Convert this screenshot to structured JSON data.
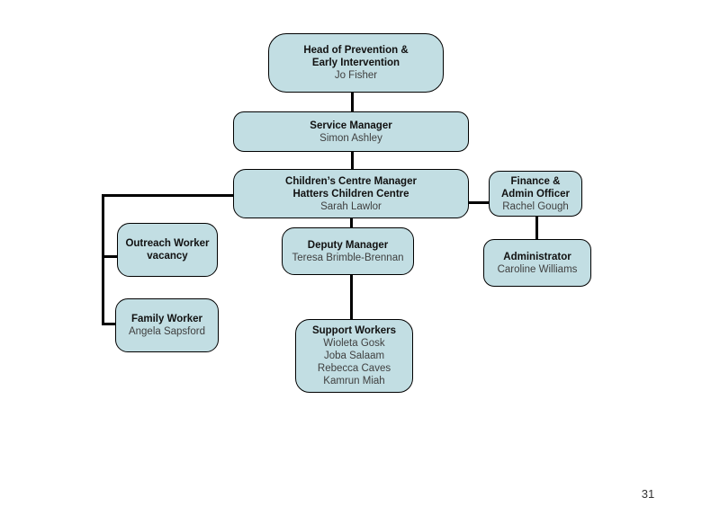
{
  "slide": {
    "page_number": "31"
  },
  "colors": {
    "box_fill": "#c2dee3",
    "box_border": "#000000",
    "connector": "#000000"
  },
  "boxes": {
    "head": {
      "title": "Head of Prevention &\nEarly Intervention",
      "name": "Jo Fisher"
    },
    "service": {
      "title": "Service Manager",
      "name": "Simon Ashley"
    },
    "ccm": {
      "title": "Children’s Centre Manager\nHatters Children Centre",
      "name": "Sarah Lawlor"
    },
    "finance": {
      "title": "Finance &\nAdmin Officer",
      "name": "Rachel Gough"
    },
    "outreach": {
      "title": "Outreach Worker\nvacancy",
      "name": ""
    },
    "deputy": {
      "title": "Deputy Manager",
      "name": "Teresa Brimble-Brennan"
    },
    "admin": {
      "title": "Administrator",
      "name": "Caroline Williams"
    },
    "family": {
      "title": "Family Worker",
      "name": "Angela Sapsford"
    },
    "support": {
      "title": "Support Workers",
      "name": "Wioleta Gosk\nJoba Salaam\nRebecca Caves\nKamrun Miah"
    }
  }
}
